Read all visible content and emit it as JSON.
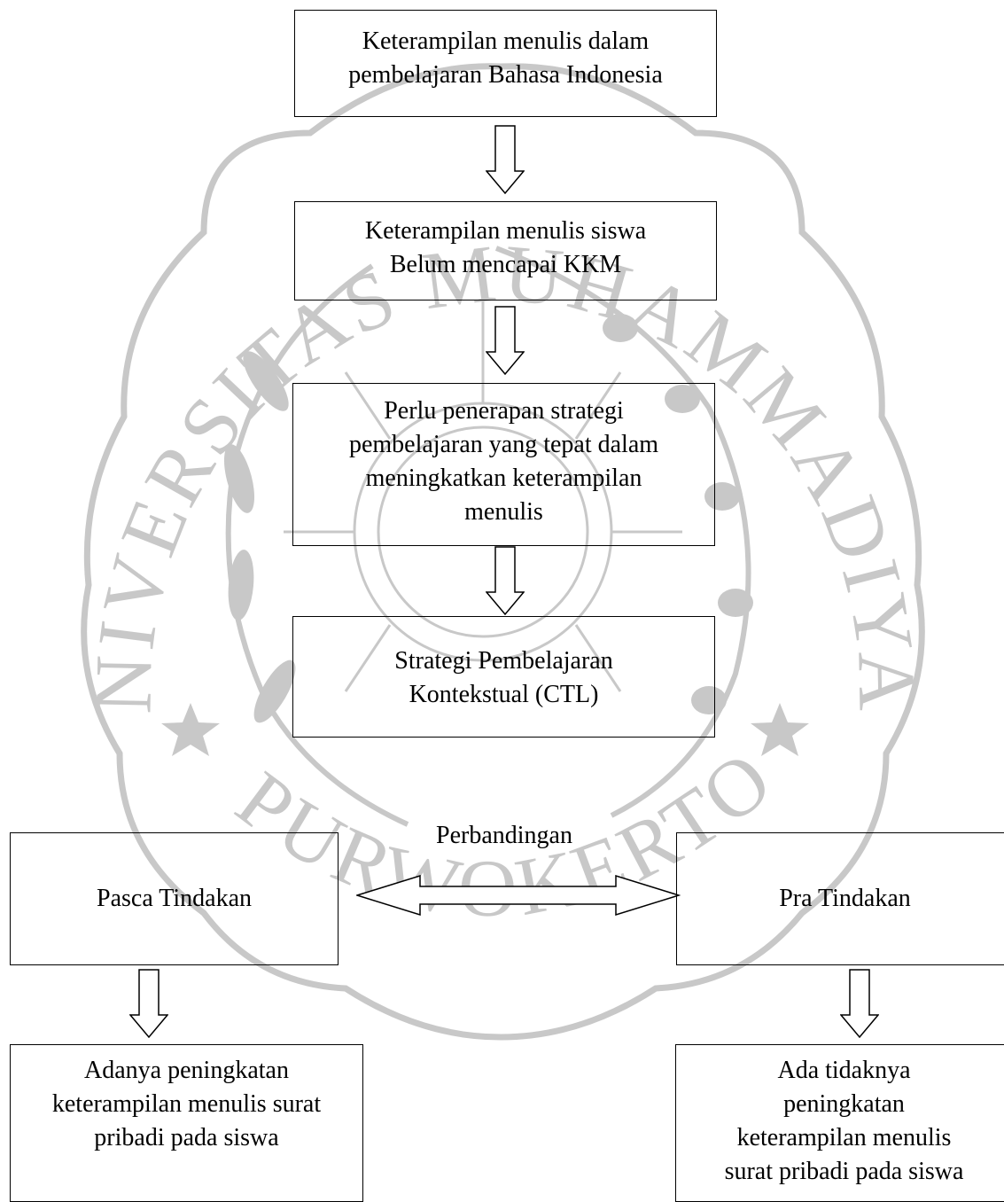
{
  "watermark": {
    "arc_text": "UNIVERSITAS MUHAMMADIYAH",
    "bottom_text": "PURWOKERTO",
    "color": "#c8c8c8"
  },
  "flow": {
    "box1": {
      "lines": [
        "Keterampilan menulis dalam",
        "pembelajaran Bahasa Indonesia"
      ]
    },
    "box2": {
      "lines": [
        "Keterampilan menulis siswa",
        "Belum mencapai KKM"
      ]
    },
    "box3": {
      "lines": [
        "Perlu penerapan strategi",
        "pembelajaran yang tepat dalam",
        "meningkatkan keterampilan",
        "menulis"
      ]
    },
    "box4": {
      "lines": [
        "Strategi Pembelajaran",
        "Kontekstual (CTL)"
      ]
    },
    "left_box": {
      "label": "Pasca Tindakan"
    },
    "right_box": {
      "label": "Pra Tindakan"
    },
    "comparison_label": "Perbandingan",
    "left_result": {
      "lines": [
        "Adanya peningkatan",
        "keterampilan menulis surat",
        "pribadi pada siswa"
      ]
    },
    "right_result": {
      "lines": [
        "Ada tidaknya",
        "peningkatan",
        "keterampilan menulis",
        "surat pribadi pada siswa"
      ]
    }
  }
}
